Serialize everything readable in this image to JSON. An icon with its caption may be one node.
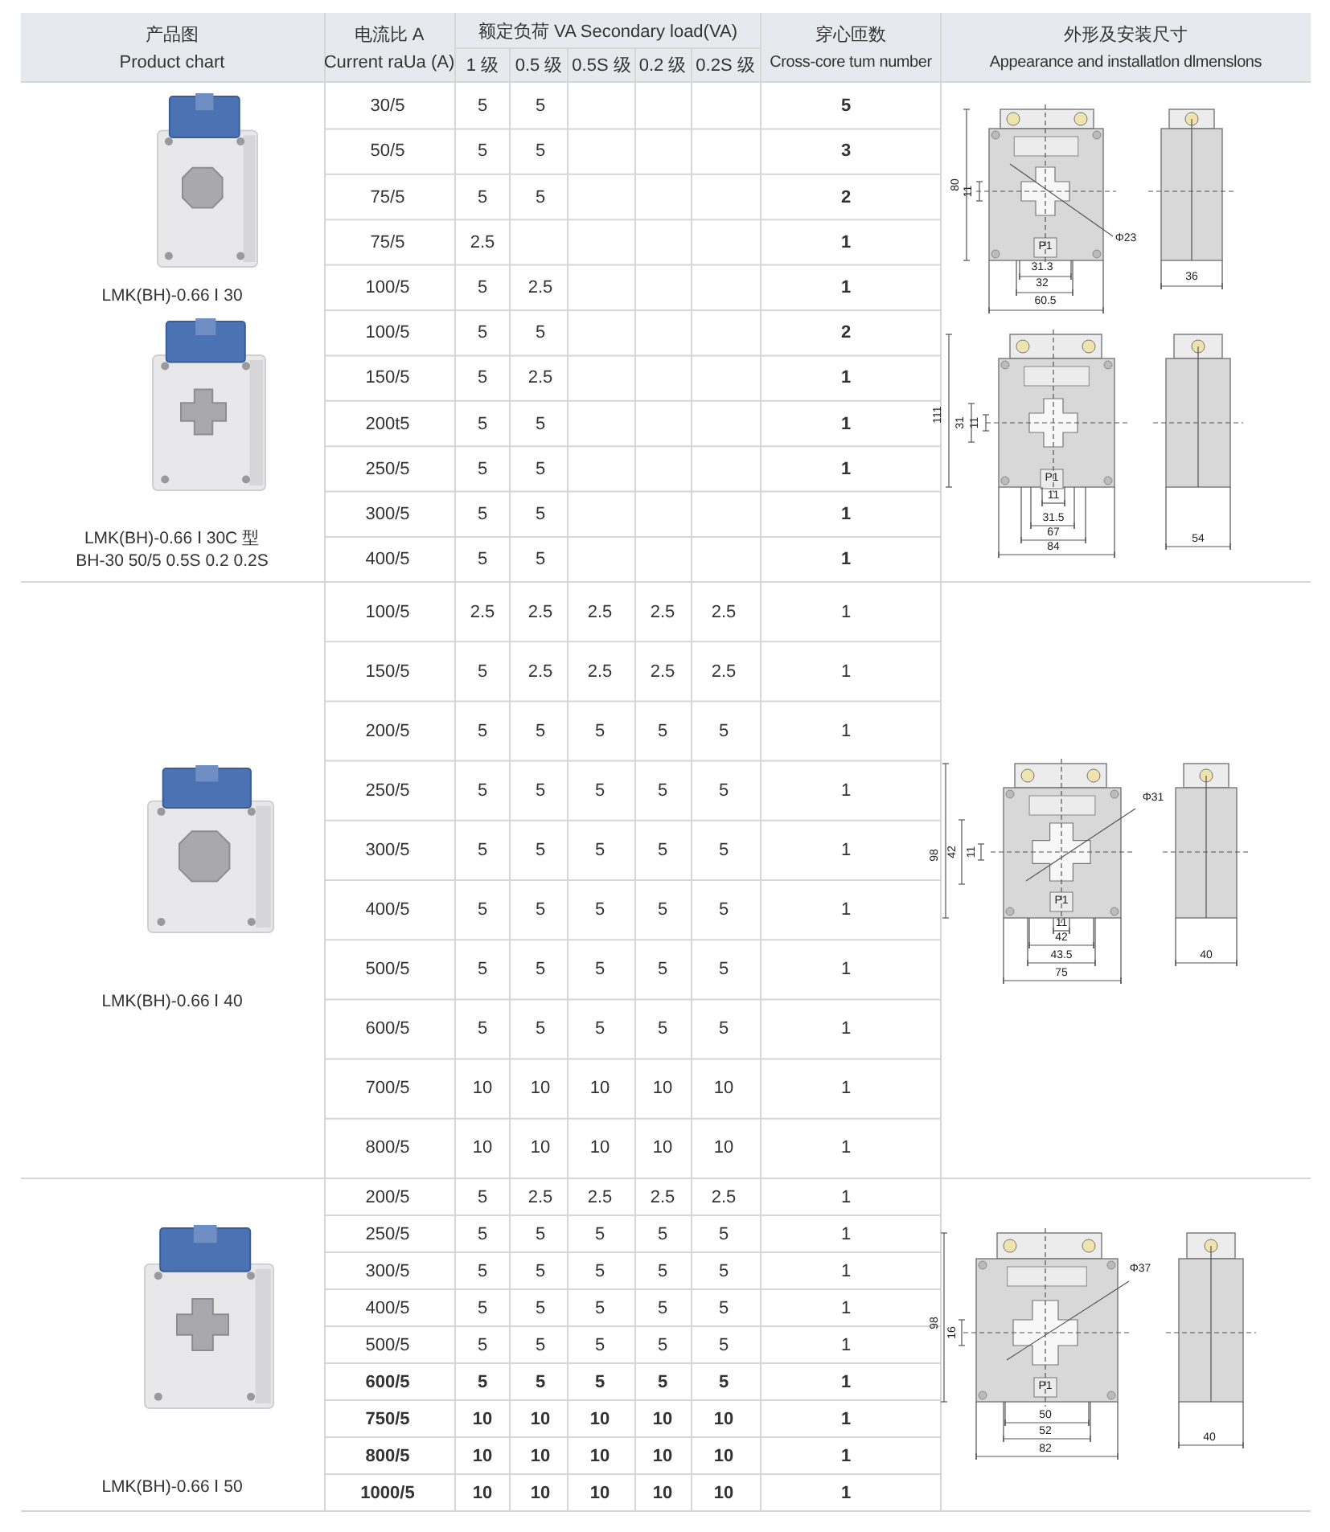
{
  "diagram": {
    "labels": [
      "产品图",
      "Product chart",
      "电流比 A",
      "Current raUa (A)",
      "额定负荷 VA Secondary load(VA)",
      "1 级",
      "0.5 级",
      "0.5S 级",
      "0.2 级",
      "0.2S 级",
      "穿心匝数",
      "Cross-core tum number",
      "外形及安装尺寸",
      "Appearance and installatlon dlmenslons",
      "30/5",
      "5",
      "5",
      "5",
      "50/5",
      "5",
      "5",
      "3",
      "75/5",
      "5",
      "5",
      "2",
      "75/5",
      "2.5",
      "1",
      "100/5",
      "5",
      "2.5",
      "1",
      "LMK(BH)-0.66 Ⅰ 30",
      "100/5",
      "5",
      "5",
      "2",
      "150/5",
      "5",
      "2.5",
      "1",
      "200t5",
      "5",
      "5",
      "1",
      "250/5",
      "5",
      "5",
      "1",
      "300/5",
      "5",
      "5",
      "1",
      "LMK(BH)-0.66 Ⅰ 30C 型",
      "BH-30 50/5 0.5S 0.2 0.2S",
      "400/5",
      "5",
      "5",
      "1",
      "80",
      "11",
      "Φ23",
      "P1",
      "31.3",
      "32",
      "60.5",
      "36",
      "111",
      "31",
      "11",
      "P1",
      "11",
      "31.5",
      "67",
      "84",
      "54",
      "100/5",
      "2.5",
      "2.5",
      "2.5",
      "2.5",
      "2.5",
      "1",
      "150/5",
      "5",
      "2.5",
      "2.5",
      "2.5",
      "2.5",
      "1",
      "200/5",
      "5",
      "5",
      "5",
      "5",
      "5",
      "1",
      "250/5",
      "5",
      "5",
      "5",
      "5",
      "5",
      "1",
      "300/5",
      "5",
      "5",
      "5",
      "5",
      "5",
      "1",
      "400/5",
      "5",
      "5",
      "5",
      "5",
      "5",
      "1",
      "500/5",
      "5",
      "5",
      "5",
      "5",
      "5",
      "1",
      "LMK(BH)-0.66 Ⅰ 40",
      "600/5",
      "5",
      "5",
      "5",
      "5",
      "5",
      "1",
      "700/5",
      "10",
      "10",
      "10",
      "10",
      "10",
      "1",
      "800/5",
      "10",
      "10",
      "10",
      "10",
      "10",
      "1",
      "Φ31",
      "98",
      "42",
      "11",
      "P1",
      "11",
      "42",
      "43.5",
      "75",
      "40",
      "200/5",
      "5",
      "2.5",
      "2.5",
      "2.5",
      "2.5",
      "1",
      "250/5",
      "5",
      "5",
      "5",
      "5",
      "5",
      "1",
      "300/5",
      "5",
      "5",
      "5",
      "5",
      "5",
      "1",
      "400/5",
      "5",
      "5",
      "5",
      "5",
      "5",
      "1",
      "500/5",
      "5",
      "5",
      "5",
      "5",
      "5",
      "1",
      "600/5",
      "5",
      "5",
      "5",
      "5",
      "5",
      "1",
      "750/5",
      "10",
      "10",
      "10",
      "10",
      "10",
      "1",
      "800/5",
      "10",
      "10",
      "10",
      "10",
      "10",
      "1",
      "LMK(BH)-0.66 Ⅰ 50",
      "1000/5",
      "10",
      "10",
      "10",
      "10",
      "10",
      "1",
      "Φ37",
      "98",
      "16",
      "P1",
      "50",
      "52",
      "82",
      "40"
    ]
  }
}
